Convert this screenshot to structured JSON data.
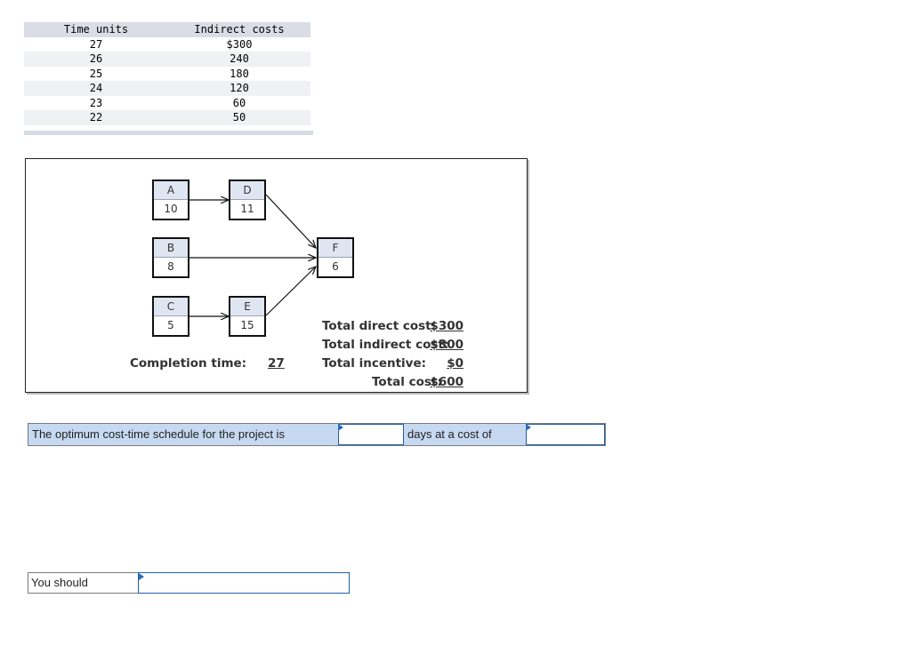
{
  "cost_table": {
    "headers": [
      "Time units",
      "Indirect costs"
    ],
    "rows": [
      [
        "27",
        "$300"
      ],
      [
        "26",
        "240"
      ],
      [
        "25",
        "180"
      ],
      [
        "24",
        "120"
      ],
      [
        "23",
        "60"
      ],
      [
        "22",
        "50"
      ]
    ]
  },
  "network": {
    "nodes": {
      "A": {
        "label": "A",
        "time": "10"
      },
      "B": {
        "label": "B",
        "time": "8"
      },
      "C": {
        "label": "C",
        "time": "5"
      },
      "D": {
        "label": "D",
        "time": "11"
      },
      "E": {
        "label": "E",
        "time": "15"
      },
      "F": {
        "label": "F",
        "time": "6"
      }
    },
    "completion_label": "Completion time:",
    "completion_value": "27",
    "totals": {
      "direct_label": "Total direct cost:",
      "direct_value": "$300",
      "indirect_label": "Total indirect cost:",
      "indirect_value": "$300",
      "incentive_label": "Total incentive:",
      "incentive_value": "$0",
      "total_label": "Total cost:",
      "total_value": "$600"
    }
  },
  "question1": {
    "prefix": "The optimum cost-time schedule for the project is",
    "days_value": "",
    "middle": "days at a cost of",
    "cost_value": ""
  },
  "question2": {
    "prefix": "You should",
    "value": ""
  },
  "colors": {
    "header_fill": "#dadde6",
    "node_label_fill": "#dfe6f1",
    "answer_label_fill": "#c6d9f1",
    "input_border": "#1f5fa8"
  }
}
